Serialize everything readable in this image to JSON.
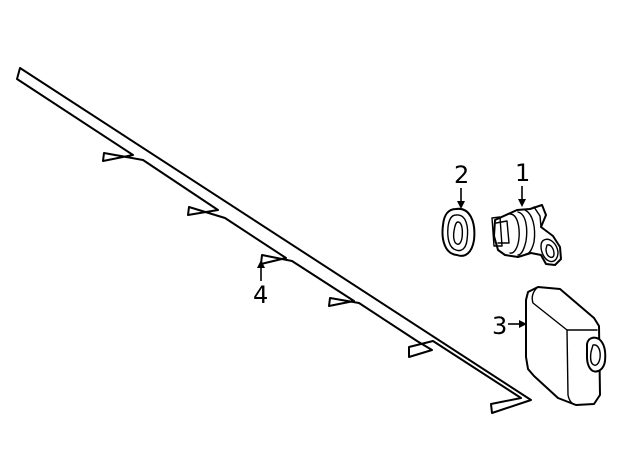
{
  "callouts": {
    "sensor": "1",
    "grommet": "2",
    "module": "3",
    "harness": "4"
  }
}
